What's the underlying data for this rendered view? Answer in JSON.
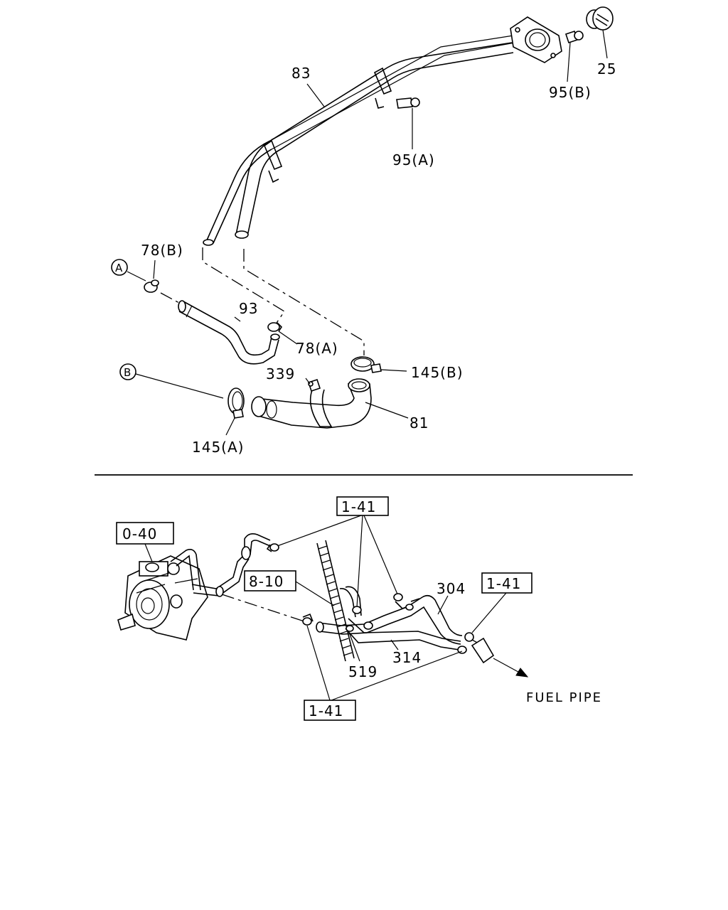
{
  "top_diagram": {
    "labels": {
      "p83": "83",
      "p25": "25",
      "p95b": "95(B)",
      "p95a": "95(A)",
      "p78b": "78(B)",
      "p93": "93",
      "p78a": "78(A)",
      "p339": "339",
      "p145b": "145(B)",
      "p81": "81",
      "p145a": "145(A)"
    },
    "markers": {
      "a": "A",
      "b": "B"
    }
  },
  "bottom_diagram": {
    "refs": {
      "r040": "0-40",
      "r141_top": "1-41",
      "r810": "8-10",
      "r141_right": "1-41",
      "r141_bottom": "1-41"
    },
    "labels": {
      "p304": "304",
      "p314": "314",
      "p519": "519"
    },
    "fuel_pipe": "FUEL PIPE"
  }
}
